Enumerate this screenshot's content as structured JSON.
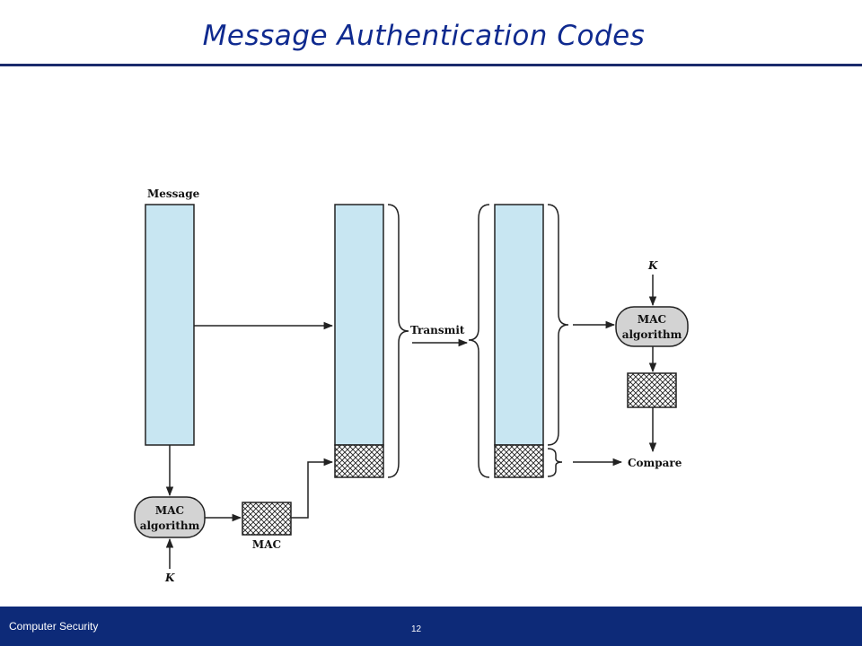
{
  "slide": {
    "title": "Message Authentication Codes",
    "footer_course": "Computer Security",
    "page_number": "12"
  },
  "diagram": {
    "message_label": "Message",
    "mac_algorithm_line1": "MAC",
    "mac_algorithm_line2": "algorithm",
    "mac_label": "MAC",
    "key_label": "K",
    "transmit_label": "Transmit",
    "compare_label": "Compare"
  },
  "colors": {
    "block_fill": "#c8e6f2",
    "mac_box_fill": "#d3d3d3",
    "title": "#0f2a8f",
    "footer_bar": "#0d2a78"
  }
}
